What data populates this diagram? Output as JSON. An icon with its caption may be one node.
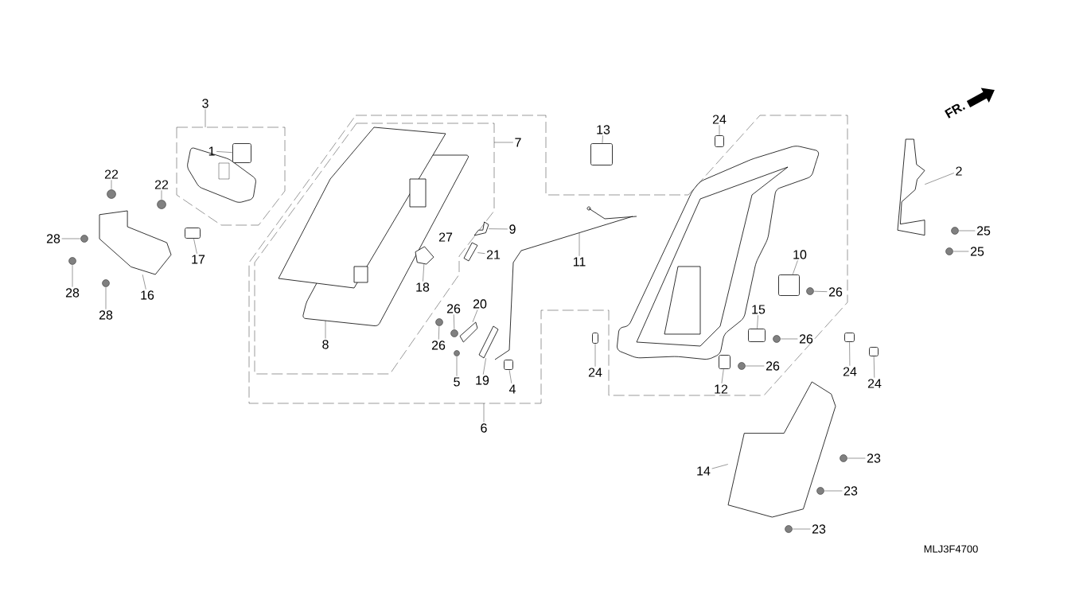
{
  "diagram": {
    "nodes": [
      {
        "text": [
          "3"
        ]
      },
      {
        "text": [
          "1"
        ]
      },
      {
        "text": [
          "22"
        ]
      },
      {
        "text": [
          "22"
        ]
      },
      {
        "text": [
          "28"
        ]
      },
      {
        "text": [
          "28"
        ]
      },
      {
        "text": [
          "28"
        ]
      },
      {
        "text": [
          "16"
        ]
      },
      {
        "text": [
          "17"
        ]
      },
      {
        "text": [
          "7"
        ]
      },
      {
        "text": [
          "9"
        ]
      },
      {
        "text": [
          "21"
        ]
      },
      {
        "text": [
          "18"
        ]
      },
      {
        "text": [
          "8"
        ]
      },
      {
        "text": [
          "26"
        ]
      },
      {
        "text": [
          "20"
        ]
      },
      {
        "text": [
          "26"
        ]
      },
      {
        "text": [
          "5"
        ]
      },
      {
        "text": [
          "19"
        ]
      },
      {
        "text": [
          "4"
        ]
      },
      {
        "text": [
          "11"
        ]
      },
      {
        "text": [
          "6"
        ]
      },
      {
        "text": [
          "13"
        ]
      },
      {
        "text": [
          "24"
        ]
      },
      {
        "text": [
          "2"
        ]
      },
      {
        "text": [
          "25"
        ]
      },
      {
        "text": [
          "25"
        ]
      },
      {
        "text": [
          "10"
        ]
      },
      {
        "text": [
          "26"
        ]
      },
      {
        "text": [
          "15"
        ]
      },
      {
        "text": [
          "26"
        ]
      },
      {
        "text": [
          "26"
        ]
      },
      {
        "text": [
          "12"
        ]
      },
      {
        "text": [
          "24"
        ]
      },
      {
        "text": [
          "24"
        ]
      },
      {
        "text": [
          "24"
        ]
      },
      {
        "text": [
          "14"
        ]
      },
      {
        "text": [
          "23"
        ]
      },
      {
        "text": [
          "23"
        ]
      },
      {
        "text": [
          "23"
        ]
      },
      {
        "text": [],
        "shape": "box"
      },
      {
        "text": [],
        "shape": "circle"
      },
      {
        "text": [],
        "shape": "circle"
      },
      {
        "text": [],
        "shape": "circle"
      },
      {
        "text": [],
        "shape": "circle"
      },
      {
        "text": [],
        "shape": "circle"
      },
      {
        "text": [],
        "shape": "picture"
      },
      {
        "text": [],
        "shape": "box"
      },
      {
        "text": [],
        "shape": "picture"
      },
      {
        "text": [],
        "shape": "picture"
      },
      {
        "text": [],
        "shape": "picture"
      },
      {
        "text": [],
        "shape": "circle"
      },
      {
        "text": [],
        "shape": "picture"
      },
      {
        "text": [],
        "shape": "circle"
      },
      {
        "text": [],
        "shape": "circle"
      },
      {
        "text": [],
        "shape": "picture"
      },
      {
        "text": [],
        "shape": "box"
      },
      {
        "text": [],
        "shape": "box"
      },
      {
        "text": [],
        "shape": "box"
      },
      {
        "text": [],
        "shape": "picture"
      },
      {
        "text": [],
        "shape": "circle"
      },
      {
        "text": [],
        "shape": "circle"
      },
      {
        "text": [],
        "shape": "box"
      },
      {
        "text": [],
        "shape": "circle"
      },
      {
        "text": [],
        "shape": "box"
      },
      {
        "text": [],
        "shape": "circle"
      },
      {
        "text": [],
        "shape": "circle"
      },
      {
        "text": [],
        "shape": "box"
      },
      {
        "text": [],
        "shape": "box"
      },
      {
        "text": [],
        "shape": "box"
      },
      {
        "text": [],
        "shape": "box"
      },
      {
        "text": [],
        "shape": "picture"
      },
      {
        "text": [],
        "shape": "circle"
      },
      {
        "text": [],
        "shape": "circle"
      },
      {
        "text": [],
        "shape": "circle"
      }
    ],
    "edges": [
      {
        "from": 0,
        "to": null,
        "arrow": "none"
      },
      {
        "from": 1,
        "to": 40,
        "arrow": "none"
      },
      {
        "from": 2,
        "to": 41,
        "arrow": "none"
      },
      {
        "from": 3,
        "to": 42,
        "arrow": "none"
      },
      {
        "from": 4,
        "to": 43,
        "arrow": "none"
      },
      {
        "from": 5,
        "to": 44,
        "arrow": "none"
      },
      {
        "from": 6,
        "to": 45,
        "arrow": "none"
      },
      {
        "from": 7,
        "to": 46,
        "arrow": "none"
      },
      {
        "from": 8,
        "to": 47,
        "arrow": "none"
      },
      {
        "from": 9,
        "to": null,
        "arrow": "none"
      },
      {
        "from": 10,
        "to": 48,
        "arrow": "none"
      },
      {
        "from": 11,
        "to": 49,
        "arrow": "none"
      },
      {
        "from": 12,
        "to": 50,
        "arrow": "none"
      },
      {
        "from": 13,
        "to": null,
        "arrow": "none"
      },
      {
        "from": 14,
        "to": 51,
        "arrow": "none"
      },
      {
        "from": 15,
        "to": 52,
        "arrow": "none"
      },
      {
        "from": 16,
        "to": 53,
        "arrow": "none"
      },
      {
        "from": 17,
        "to": 54,
        "arrow": "none"
      },
      {
        "from": 18,
        "to": 55,
        "arrow": "none"
      },
      {
        "from": 19,
        "to": 56,
        "arrow": "none"
      },
      {
        "from": 20,
        "to": null,
        "arrow": "none"
      },
      {
        "from": 21,
        "to": null,
        "arrow": "none"
      },
      {
        "from": 22,
        "to": 57,
        "arrow": "none"
      },
      {
        "from": 23,
        "to": 58,
        "arrow": "none"
      },
      {
        "from": 24,
        "to": 59,
        "arrow": "none"
      },
      {
        "from": 25,
        "to": 60,
        "arrow": "none"
      },
      {
        "from": 26,
        "to": 61,
        "arrow": "none"
      },
      {
        "from": 27,
        "to": 62,
        "arrow": "none"
      },
      {
        "from": 28,
        "to": 63,
        "arrow": "none"
      },
      {
        "from": 29,
        "to": 64,
        "arrow": "none"
      },
      {
        "from": 30,
        "to": 65,
        "arrow": "none"
      },
      {
        "from": 31,
        "to": 66,
        "arrow": "none"
      },
      {
        "from": 32,
        "to": 67,
        "arrow": "none"
      },
      {
        "from": 33,
        "to": 68,
        "arrow": "none"
      },
      {
        "from": 34,
        "to": 69,
        "arrow": "none"
      },
      {
        "from": 35,
        "to": 70,
        "arrow": "none"
      },
      {
        "from": 36,
        "to": 71,
        "arrow": "none"
      },
      {
        "from": 37,
        "to": 72,
        "arrow": "none"
      },
      {
        "from": 38,
        "to": 73,
        "arrow": "none"
      },
      {
        "from": 39,
        "to": 74,
        "arrow": "none"
      }
    ],
    "labels": [
      "27",
      "FR.",
      "MLJ3F4700"
    ]
  }
}
